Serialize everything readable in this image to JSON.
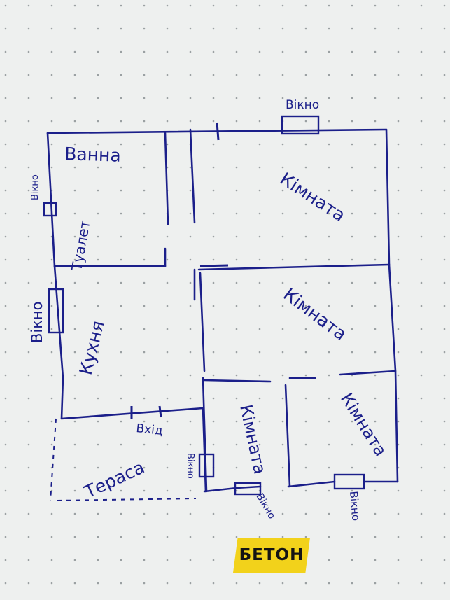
{
  "plan": {
    "rooms": {
      "bath": "Ванна",
      "toilet": "Туалет",
      "kitchen": "Кухня",
      "room_top": "Кімната",
      "room_middle": "Кімната",
      "room_bottom_left": "Кімната",
      "room_bottom_right": "Кімната",
      "terrace": "Тераса"
    },
    "labels": {
      "entrance": "Вхід",
      "window_top": "Вікно",
      "window_left_small": "Вікно",
      "window_left_kitchen": "Вікно",
      "window_terrace": "Вікно",
      "window_bottom_middle": "Вікно",
      "window_bottom_right": "Вікно"
    }
  },
  "stamp": {
    "text": "БЕТОН",
    "background": "#f2d21b",
    "color": "#141414"
  },
  "colors": {
    "ink": "#1b1f8a",
    "paper": "#eef0ef"
  }
}
